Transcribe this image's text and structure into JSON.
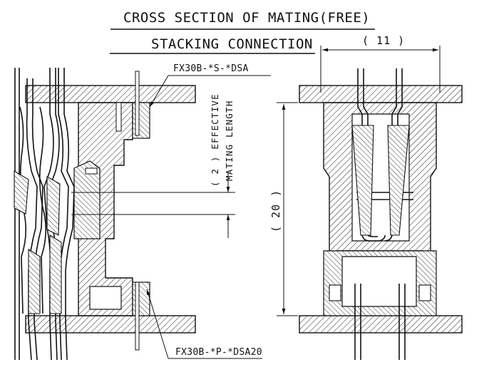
{
  "drawing": {
    "title_line1": "CROSS SECTION OF MATING(FREE)",
    "title_line2": "STACKING CONNECTION",
    "part_upper": "FX30B-*S-*DSA",
    "part_lower": "FX30B-*P-*DSA20",
    "effective_length_value": "( 2 ) EFFECTIVE",
    "effective_length_label": "MATING LENGTH",
    "stack_height": "( 20 )",
    "width_dim": "( 11 )"
  }
}
